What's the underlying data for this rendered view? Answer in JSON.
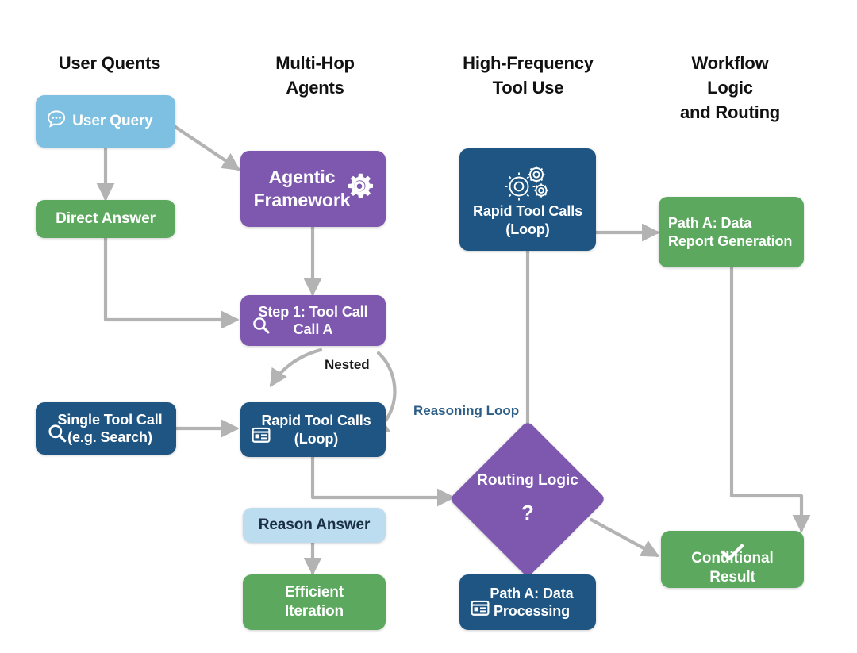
{
  "diagram": {
    "title": "Agentic Workflow Diagram",
    "background": "#ffffff",
    "palette": {
      "light_blue": "#7ec0e2",
      "pale_blue": "#bcdcf0",
      "green": "#5ca85e",
      "purple": "#7d58ae",
      "navy": "#1f5582",
      "arrow_gray": "#b3b3b3",
      "heading_black": "#111111",
      "reasoning_label_blue": "#2b5d86"
    }
  },
  "columns": [
    {
      "id": "col-user-quents",
      "label": "User Quents"
    },
    {
      "id": "col-multi-hop",
      "label": "Multi-Hop\nAgents",
      "line1": "Multi-Hop",
      "line2": "Agents"
    },
    {
      "id": "col-high-freq",
      "label": "High-Frequency\nTool Use",
      "line1": "High-Frequency",
      "line2": "Tool Use"
    },
    {
      "id": "col-workflow",
      "label": "Workflow\nLogic\nand Routing",
      "line1": "Workflow",
      "line2": "Logic",
      "line3": "and Routing"
    }
  ],
  "nodes": [
    {
      "id": "user-query",
      "label": "User Query",
      "line1": "User Query",
      "line2": "",
      "color": "light_blue",
      "icon": "chat-bubble-icon"
    },
    {
      "id": "direct-answer",
      "label": "Direct Answer",
      "line1": "Direct Answer",
      "line2": "",
      "color": "green",
      "icon": "none"
    },
    {
      "id": "agentic-framework",
      "label": "Agentic Framework",
      "line1": "Agentic",
      "line2": "Framework",
      "color": "purple",
      "icon": "gear-icon"
    },
    {
      "id": "step-1-tool-call",
      "label": "Step 1: Tool Call Call A",
      "line1": "Step 1: Tool Call",
      "line2": "Call A",
      "color": "purple",
      "icon": "magnifier-icon"
    },
    {
      "id": "single-tool-call",
      "label": "Single Tool Call (e.g. Search)",
      "line1": "Single Tool Call",
      "line2": "(e.g. Search)",
      "color": "navy",
      "icon": "magnifier-icon"
    },
    {
      "id": "rapid-tool-calls-inner",
      "label": "Rapid Tool Calls (Loop)",
      "line1": "Rapid Tool Calls",
      "line2": "(Loop)",
      "color": "navy",
      "icon": "list-card-icon"
    },
    {
      "id": "reason-answer",
      "label": "Reason Answer",
      "line1": "Reason Answer",
      "line2": "",
      "color": "pale_blue",
      "icon": "none"
    },
    {
      "id": "efficient-iteration",
      "label": "Efficient Iteration",
      "line1": "Efficient",
      "line2": "Iteration",
      "color": "green",
      "icon": "none"
    },
    {
      "id": "rapid-tool-calls-top",
      "label": "Rapid Tool Calls (Loop)",
      "line1": "Rapid Tool Calls",
      "line2": "(Loop)",
      "color": "navy",
      "icon": "gears-icon"
    },
    {
      "id": "routing-logic",
      "label": "Routing Logic ?",
      "line1": "Routing Logic",
      "line2": "?",
      "color": "purple",
      "icon": "none"
    },
    {
      "id": "path-a-report",
      "label": "Path A: Data Report Generation",
      "line1": "Path A: Data",
      "line2": "Report Generation",
      "color": "green",
      "icon": "none"
    },
    {
      "id": "path-a-processing",
      "label": "Path A: Data Processing",
      "line1": "Path A: Data",
      "line2": "Processing",
      "color": "navy",
      "icon": "list-card-icon"
    },
    {
      "id": "conditional-result",
      "label": "Conditional Result",
      "line1": "Conditional Result",
      "line2": "",
      "color": "green",
      "icon": "check-icon"
    }
  ],
  "edge_labels": [
    {
      "id": "nested-label",
      "text": "Nested"
    },
    {
      "id": "reasoning-loop-label",
      "text": "Reasoning Loop"
    }
  ],
  "edges": [
    {
      "from": "user-query",
      "to": "agentic-framework"
    },
    {
      "from": "user-query",
      "to": "direct-answer"
    },
    {
      "from": "direct-answer",
      "to": "step-1-tool-call"
    },
    {
      "from": "agentic-framework",
      "to": "step-1-tool-call"
    },
    {
      "from": "step-1-tool-call",
      "to": "rapid-tool-calls-inner",
      "label": "Nested"
    },
    {
      "from": "single-tool-call",
      "to": "rapid-tool-calls-inner"
    },
    {
      "from": "rapid-tool-calls-inner",
      "to": "routing-logic",
      "label": "Reasoning Loop"
    },
    {
      "from": "rapid-tool-calls-top",
      "to": "path-a-report"
    },
    {
      "from": "rapid-tool-calls-top",
      "to": "routing-logic"
    },
    {
      "from": "path-a-report",
      "to": "conditional-result"
    },
    {
      "from": "routing-logic",
      "to": "path-a-processing"
    },
    {
      "from": "routing-logic",
      "to": "conditional-result"
    },
    {
      "from": "reason-answer",
      "to": "efficient-iteration"
    }
  ]
}
